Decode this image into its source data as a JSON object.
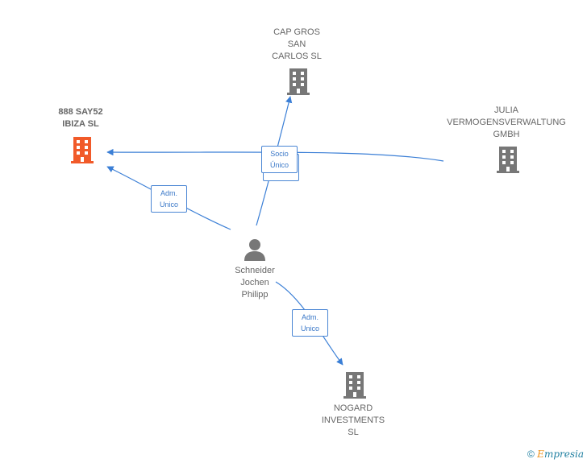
{
  "nodes": {
    "say52": {
      "label": "888 SAY52\nIBIZA  SL",
      "color": "#f15a29",
      "icon": "building-icon"
    },
    "capgros": {
      "label": "CAP GROS\nSAN\nCARLOS  SL",
      "color": "#777777",
      "icon": "building-icon"
    },
    "julia": {
      "label": "JULIA\nVERMOGENSVERWALTUNG\nGMBH",
      "color": "#777777",
      "icon": "building-icon"
    },
    "schneider": {
      "label": "Schneider\nJochen\nPhilipp",
      "color": "#777777",
      "icon": "person-icon"
    },
    "nogard": {
      "label": "NOGARD\nINVESTMENTS\nSL",
      "color": "#777777",
      "icon": "building-icon"
    }
  },
  "edges": {
    "socio": {
      "label": "Socio\nÚnico"
    },
    "adm1": {
      "label": "Adm.\nUnico"
    },
    "adm2": {
      "label": "Adm.\nUnico"
    }
  },
  "colors": {
    "edge": "#3b7fd6",
    "edge_label_border": "#4a86d4"
  },
  "watermark": {
    "symbol": "©",
    "brand_first": "E",
    "brand_rest": "mpresia"
  }
}
